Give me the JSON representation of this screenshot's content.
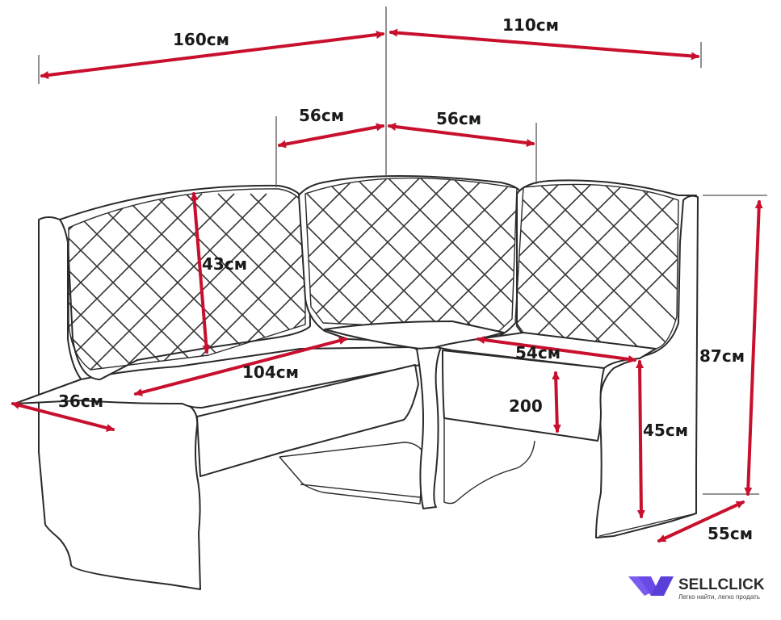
{
  "colors": {
    "dimension_arrow": "#c8102e",
    "line_art": "#2a2a2a",
    "logo_purple": "#7b5cf0",
    "logo_violet": "#5b3fd6"
  },
  "dimensions": {
    "left_total_width": "160см",
    "right_total_width": "110см",
    "corner_left_width": "56см",
    "corner_right_width": "56см",
    "backrest_height": "43см",
    "left_seat_length": "104см",
    "left_seat_depth": "36см",
    "right_seat_length": "54см",
    "drawer_height": "200",
    "seat_height": "45см",
    "total_height": "87см",
    "right_depth": "55см"
  },
  "logo": {
    "brand": "SELLCLICK",
    "tagline": "Легко найти, легко продать",
    "icon": "sellclick-logo-icon"
  }
}
